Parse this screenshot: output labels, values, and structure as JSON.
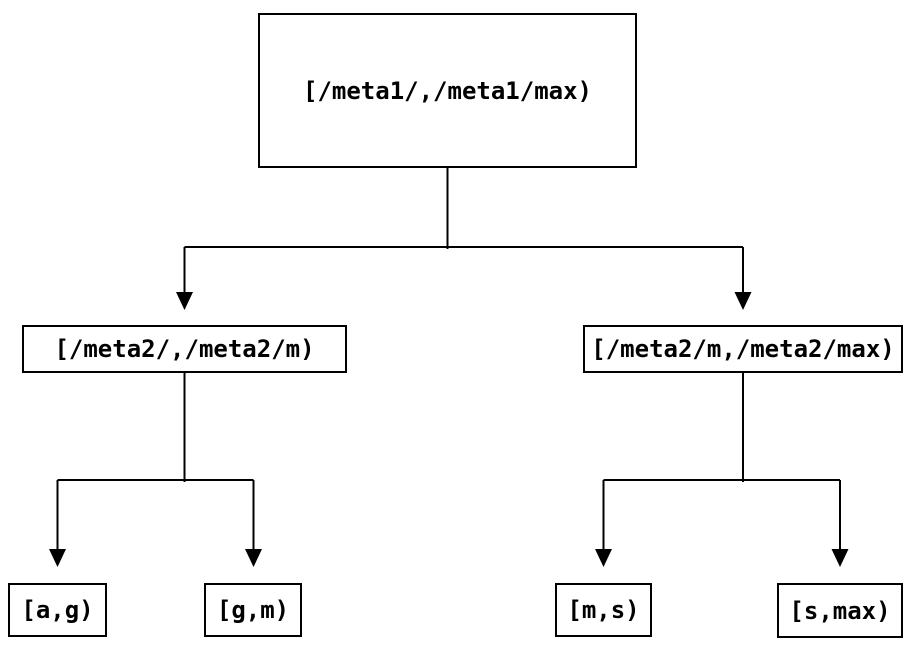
{
  "tree": {
    "root": {
      "label": "[/meta1/,/meta1/max)"
    },
    "children": [
      {
        "label": "[/meta2/,/meta2/m)",
        "children": [
          {
            "label": "[a,g)"
          },
          {
            "label": "[g,m)"
          }
        ]
      },
      {
        "label": "[/meta2/m,/meta2/max)",
        "children": [
          {
            "label": "[m,s)"
          },
          {
            "label": "[s,max)"
          }
        ]
      }
    ]
  },
  "colors": {
    "background": "#ffffff",
    "line": "#000000",
    "node_border": "#000000",
    "text": "#000000"
  }
}
